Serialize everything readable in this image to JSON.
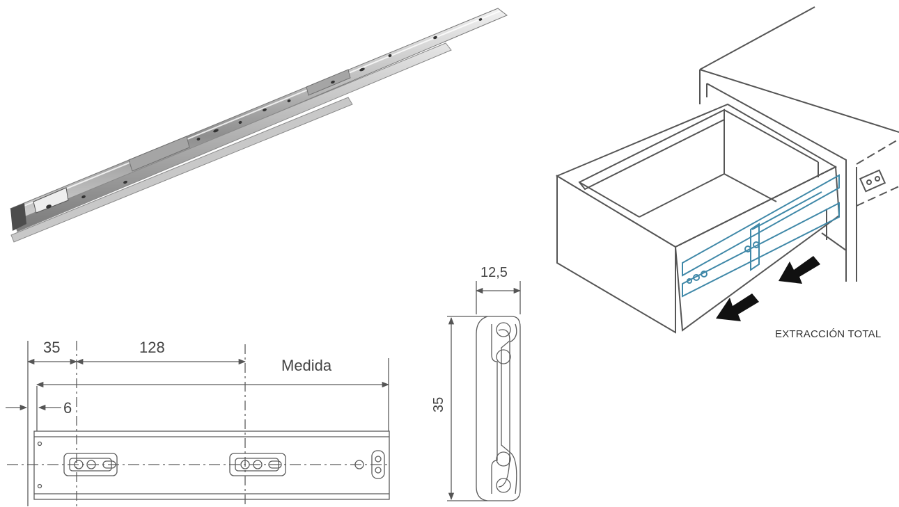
{
  "drawing": {
    "dim_35_top": "35",
    "dim_128": "128",
    "dim_medida": "Medida",
    "dim_6": "6",
    "dim_12_5": "12,5",
    "dim_35_side": "35"
  },
  "illustration": {
    "caption": "EXTRACCIÓN TOTAL"
  },
  "colors": {
    "line": "#5a5a5a",
    "rail_accent": "#3f88a8",
    "arrow": "#111111",
    "metal_light": "#d9d9d9",
    "metal_dark": "#6b6b6b"
  }
}
